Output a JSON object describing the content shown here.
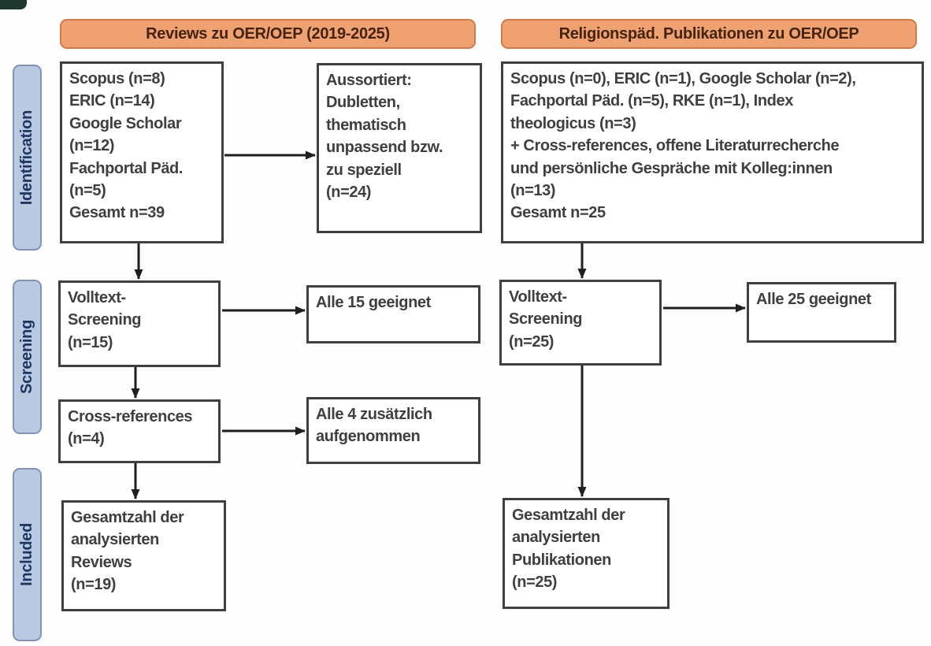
{
  "headers": {
    "left": "Reviews zu OER/OEP (2019-2025)",
    "right": "Religionspäd. Publikationen zu OER/OEP"
  },
  "stages": {
    "identification": "Identification",
    "screening": "Screening",
    "included": "Included"
  },
  "left_column": {
    "sources": [
      "Scopus (n=8)",
      "ERIC (n=14)",
      "Google Scholar",
      "(n=12)",
      "Fachportal Päd.",
      "(n=5)",
      "Gesamt n=39"
    ],
    "excluded": [
      "Aussortiert:",
      "Dubletten,",
      "thematisch",
      "unpassend bzw.",
      "zu speziell",
      "(n=24)"
    ],
    "fulltext_screening": [
      "Volltext-",
      "Screening",
      "(n=15)"
    ],
    "screening_result": "Alle 15 geeignet",
    "cross_references": [
      "Cross-references",
      "(n=4)"
    ],
    "cross_references_result": [
      "Alle 4 zusätzlich",
      "aufgenommen"
    ],
    "included_total": [
      "Gesamtzahl der",
      "analysierten",
      "Reviews",
      "(n=19)"
    ]
  },
  "right_column": {
    "sources": [
      "Scopus (n=0), ERIC (n=1), Google Scholar (n=2),",
      "Fachportal Päd. (n=5), RKE (n=1), Index",
      "theologicus (n=3)",
      "+ Cross-references, offene Literaturrecherche",
      "und persönliche Gespräche mit Kolleg:innen",
      "(n=13)",
      "Gesamt n=25"
    ],
    "fulltext_screening": [
      "Volltext-",
      "Screening",
      "(n=25)"
    ],
    "screening_result": "Alle 25 geeignet",
    "included_total": [
      "Gesamtzahl der",
      "analysierten",
      "Publikationen",
      "(n=25)"
    ]
  },
  "colors": {
    "header_fill": "#f0a172",
    "header_border": "#cf7c4b",
    "header_text": "#44230f",
    "stage_fill": "#b9c9e2",
    "stage_border": "#8493b5",
    "stage_text": "#1f3660",
    "box_border": "#3f3f3f",
    "box_text": "#3f3f3f",
    "arrow": "#1f1f1f"
  }
}
